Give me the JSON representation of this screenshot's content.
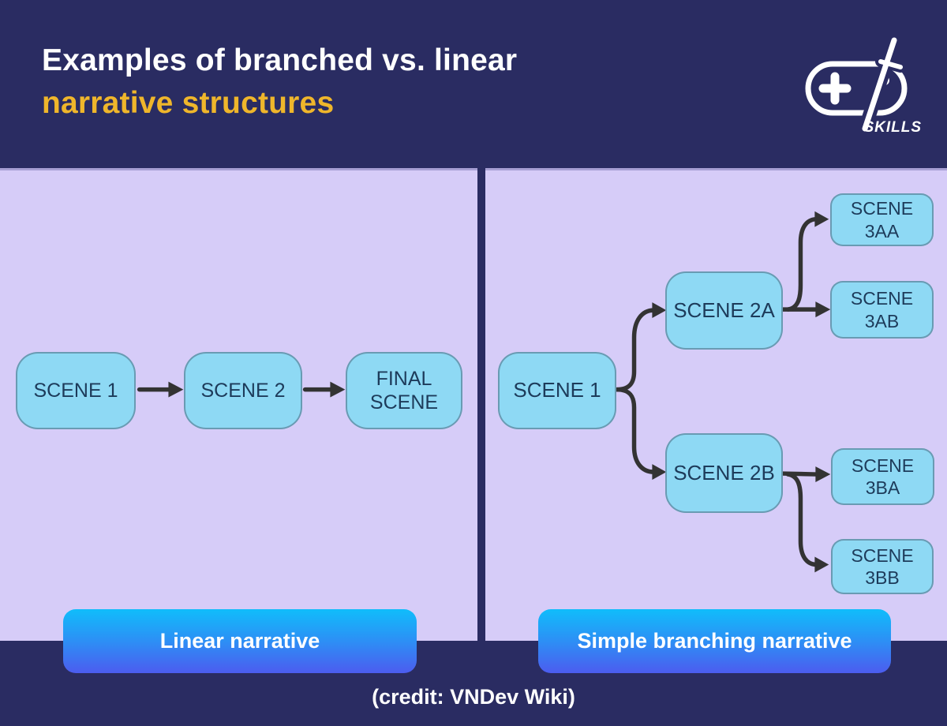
{
  "header": {
    "title_line1": "Examples of branched vs. linear",
    "title_line2": "narrative structures",
    "logo": {
      "name": "gd-skills-logo",
      "subtext": "SKILLS"
    }
  },
  "colors": {
    "background_navy": "#2A2C62",
    "panel_lavender": "#D6CCF8",
    "node_blue": "#8ED9F4",
    "node_text": "#1D3B5A",
    "arrow": "#333333",
    "title_gold": "#EFB62B",
    "button_gradient_top": "#10BDFB",
    "button_gradient_bottom": "#4C5CEF"
  },
  "diagram": {
    "left_panel": {
      "caption": "Linear narrative",
      "nodes": [
        {
          "id": "scene1",
          "label": "SCENE 1"
        },
        {
          "id": "scene2",
          "label": "SCENE 2"
        },
        {
          "id": "final",
          "label": "FINAL SCENE"
        }
      ],
      "edges": [
        {
          "from": "scene1",
          "to": "scene2"
        },
        {
          "from": "scene2",
          "to": "final"
        }
      ]
    },
    "right_panel": {
      "caption": "Simple branching narrative",
      "nodes": [
        {
          "id": "scene1",
          "label": "SCENE 1"
        },
        {
          "id": "scene2a",
          "label": "SCENE 2A"
        },
        {
          "id": "scene2b",
          "label": "SCENE 2B"
        },
        {
          "id": "scene3aa",
          "label": "SCENE 3AA"
        },
        {
          "id": "scene3ab",
          "label": "SCENE 3AB"
        },
        {
          "id": "scene3ba",
          "label": "SCENE 3BA"
        },
        {
          "id": "scene3bb",
          "label": "SCENE 3BB"
        }
      ],
      "edges": [
        {
          "from": "scene1",
          "to": "scene2a"
        },
        {
          "from": "scene1",
          "to": "scene2b"
        },
        {
          "from": "scene2a",
          "to": "scene3aa"
        },
        {
          "from": "scene2a",
          "to": "scene3ab"
        },
        {
          "from": "scene2b",
          "to": "scene3ba"
        },
        {
          "from": "scene2b",
          "to": "scene3bb"
        }
      ]
    }
  },
  "footer": {
    "credit": "(credit: VNDev Wiki)"
  }
}
